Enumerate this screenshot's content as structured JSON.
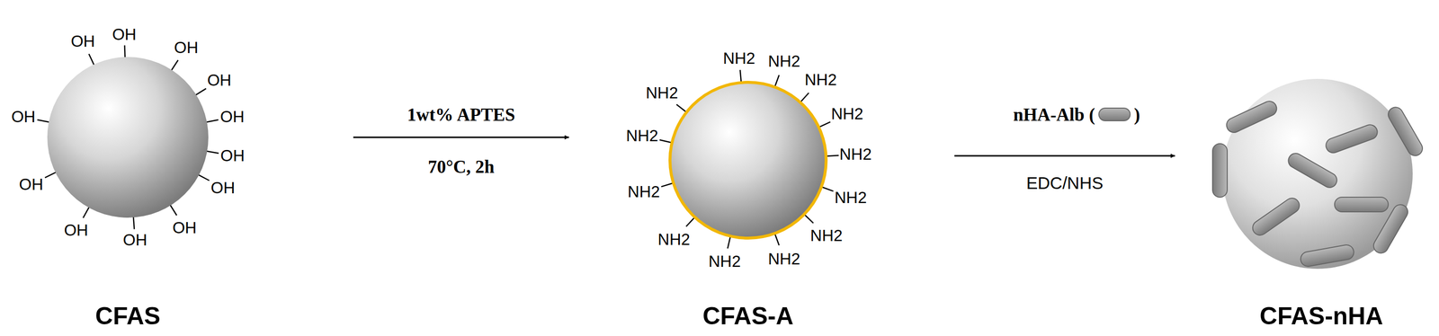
{
  "diagram": {
    "nodes": [
      {
        "text": [
          "CFAS"
        ]
      },
      {
        "text": [
          "CFAS-A"
        ]
      },
      {
        "text": [
          "CFAS-nHA"
        ]
      }
    ],
    "edges": [
      {
        "from": 0,
        "to": 1,
        "arrow": "to"
      },
      {
        "from": 1,
        "to": 2,
        "arrow": "to"
      }
    ],
    "labels": [
      "OH",
      "OH",
      "OH",
      "OH",
      "OH",
      "OH",
      "OH",
      "OH",
      "OH",
      "OH",
      "OH",
      "OH",
      "1wt% APTES",
      "70°C, 2h",
      "NH2",
      "NH2",
      "NH2",
      "NH2",
      "NH2",
      "NH2",
      "NH2",
      "NH2",
      "NH2",
      "NH2",
      "NH2",
      "NH2",
      "NH2",
      "nHA-Alb (",
      ")",
      "EDC/NHS"
    ]
  }
}
